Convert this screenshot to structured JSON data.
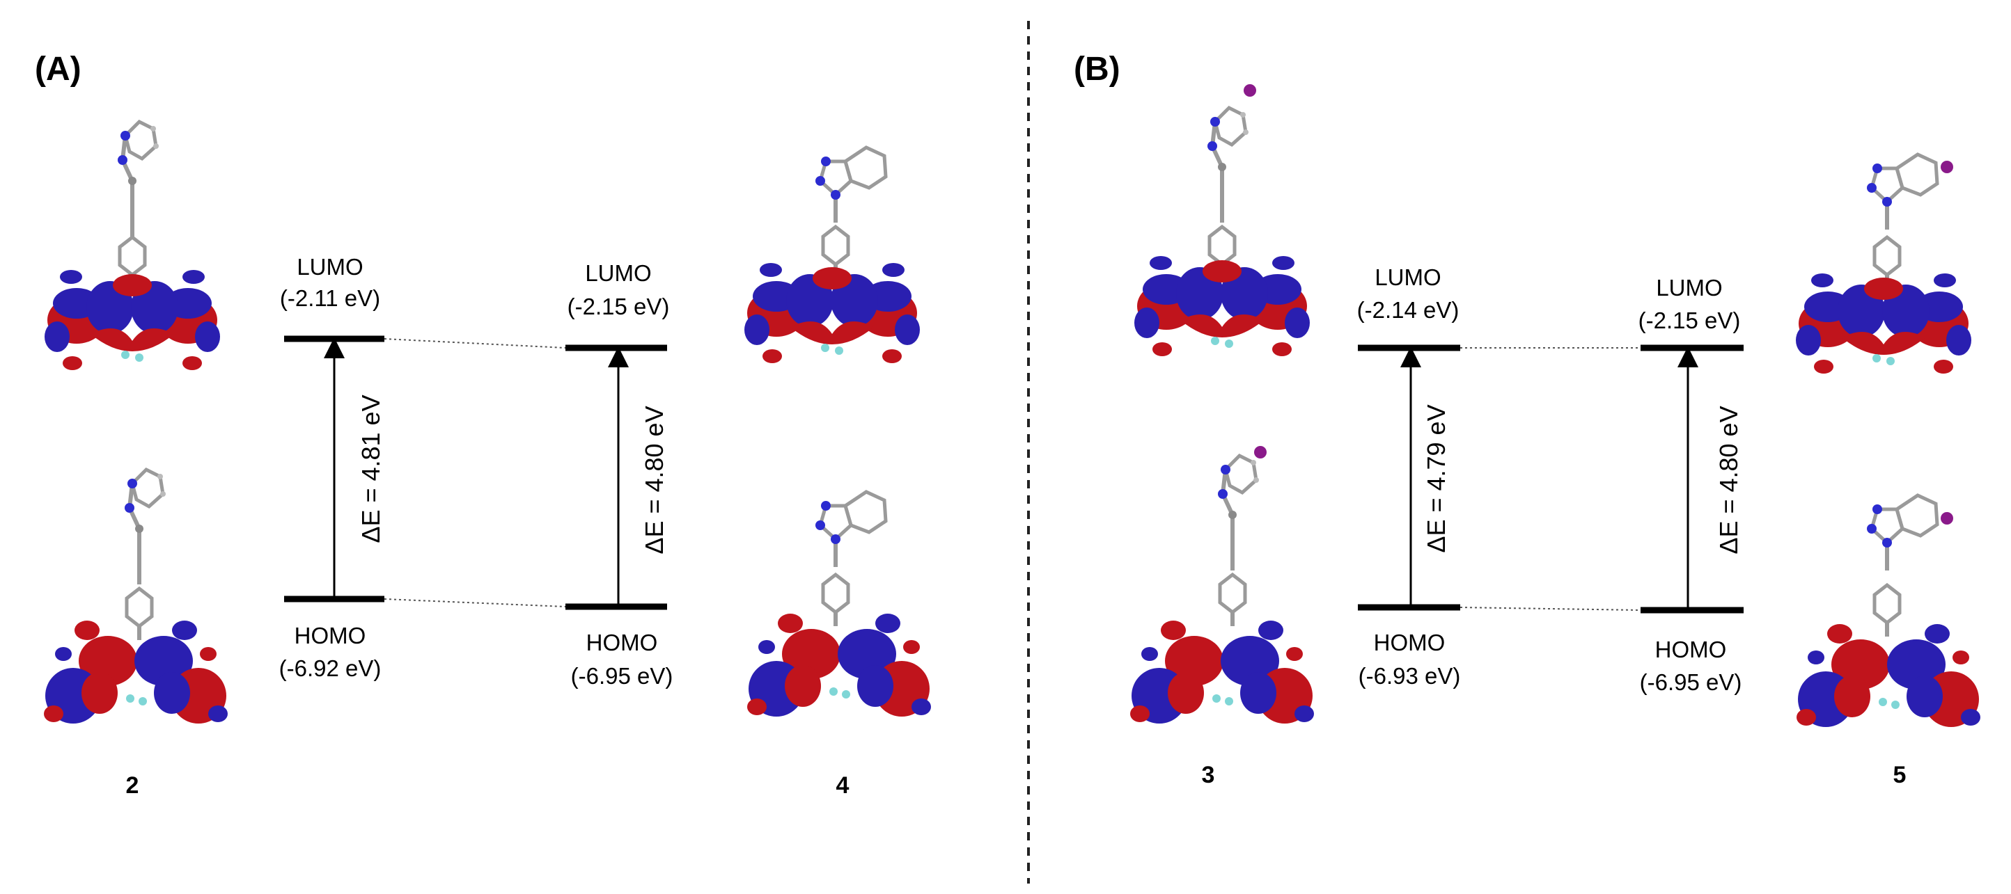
{
  "panels": [
    {
      "label": "(A)",
      "left_compound": "2",
      "right_compound": "4",
      "left": {
        "lumo_label": "LUMO",
        "lumo_energy": "(-2.11 eV)",
        "homo_label": "HOMO",
        "homo_energy": "(-6.92 eV)",
        "gap": "ΔE = 4.81 eV"
      },
      "right": {
        "lumo_label": "LUMO",
        "lumo_energy": "(-2.15 eV)",
        "homo_label": "HOMO",
        "homo_energy": "(-6.95 eV)",
        "gap": "ΔE = 4.80 eV"
      }
    },
    {
      "label": "(B)",
      "left_compound": "3",
      "right_compound": "5",
      "left": {
        "lumo_label": "LUMO",
        "lumo_energy": "(-2.14 eV)",
        "homo_label": "HOMO",
        "homo_energy": "(-6.93 eV)",
        "gap": "ΔE = 4.79 eV"
      },
      "right": {
        "lumo_label": "LUMO",
        "lumo_energy": "(-2.15 eV)",
        "homo_label": "HOMO",
        "homo_energy": "(-6.95 eV)",
        "gap": "ΔE = 4.80 eV"
      }
    }
  ],
  "colors": {
    "orbital_positive": "#c0141c",
    "orbital_negative": "#2a1fb0",
    "bond": "#9a9a9a",
    "atom_n": "#2b2bd0",
    "atom_i": "#8a1a8a",
    "atom_f": "#7fd6d6"
  }
}
